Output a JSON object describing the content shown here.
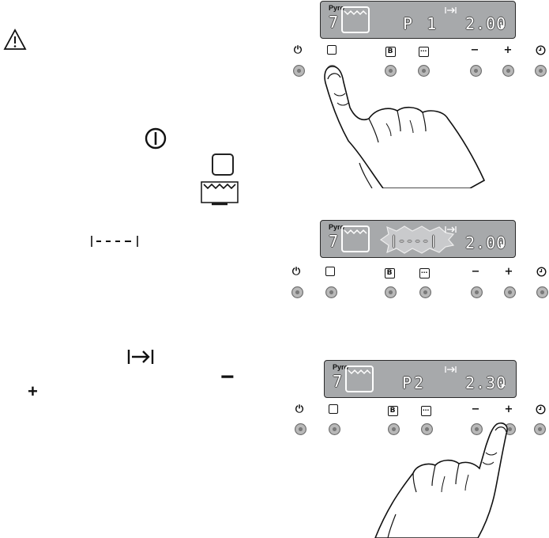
{
  "panels": [
    {
      "id": "panel-1",
      "display": {
        "badge": "Pyro",
        "temp_digit": "7",
        "program": "P 1",
        "time": "2.00",
        "arrow": "▸"
      }
    },
    {
      "id": "panel-2",
      "display": {
        "badge": "Pyro",
        "temp_digit": "7",
        "program": "|----|",
        "time": "2.00",
        "arrow": "▸"
      }
    },
    {
      "id": "panel-3",
      "display": {
        "badge": "Pyro",
        "temp_digit": "7",
        "program": "P2",
        "time": "2.30",
        "arrow": "▸"
      }
    }
  ],
  "buttons": {
    "power": "⏻",
    "program": "▢",
    "booster": "B",
    "menu": "⋯",
    "minus": "−",
    "plus": "+",
    "clock": "🕘"
  },
  "legend": {
    "minus_symbol": "−",
    "plus_symbol": "+"
  },
  "colors": {
    "lcd_background": "#a7a9ab",
    "knob": "#9a9a9a"
  }
}
